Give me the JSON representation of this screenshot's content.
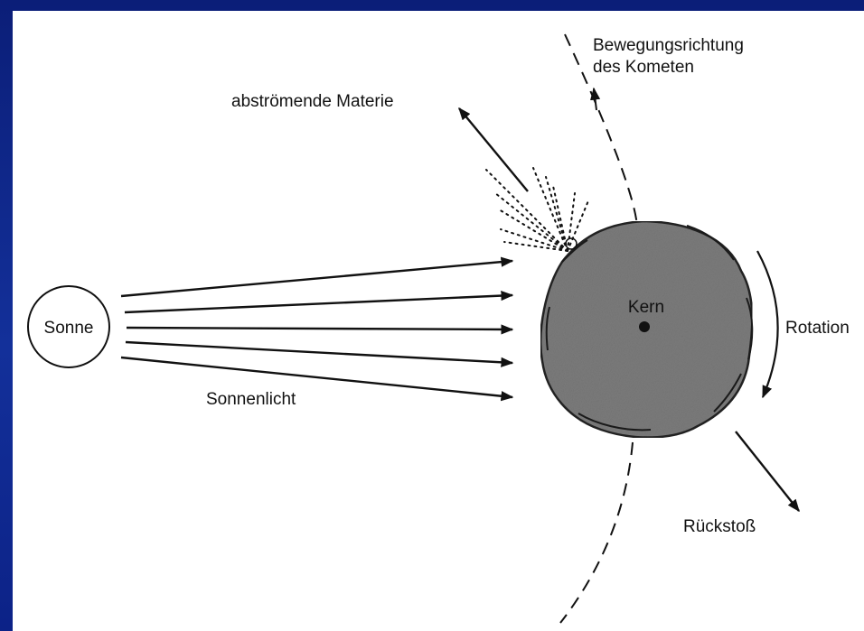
{
  "labels": {
    "sun": "Sonne",
    "sunlight": "Sonnenlicht",
    "outflow": "abströmende Materie",
    "direction_line1": "Bewegungsrichtung",
    "direction_line2": "des Kometen",
    "nucleus": "Kern",
    "rotation": "Rotation",
    "recoil": "Rückstoß"
  },
  "colors": {
    "background": "#0b1e78",
    "panel": "#ffffff",
    "ink": "#111111",
    "nucleus_fill": "#7c7c7c"
  }
}
